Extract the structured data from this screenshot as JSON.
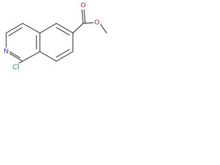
{
  "molecule": {
    "atoms": {
      "n": {
        "symbol": "N",
        "color": "#3333cc"
      },
      "cl": {
        "symbol": "Cl",
        "color": "#2e8b2e"
      },
      "o_carbonyl": {
        "symbol": "O",
        "color": "#cc2222"
      },
      "o_ester": {
        "symbol": "O",
        "color": "#cc2222"
      }
    },
    "bond_color": "#404040"
  }
}
